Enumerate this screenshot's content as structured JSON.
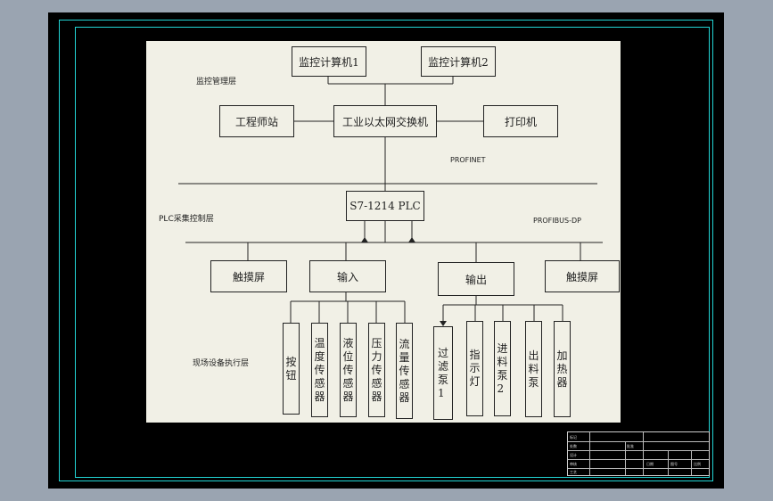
{
  "layers": {
    "monitor": "监控管理层",
    "plc": "PLC采集控制层",
    "field": "现场设备执行层"
  },
  "buses": {
    "profinet": "PROFINET",
    "profibus": "PROFIBUS-DP"
  },
  "nodes": {
    "pc1": "监控计算机1",
    "pc2": "监控计算机2",
    "engineer": "工程师站",
    "switch": "工业以太网交换机",
    "printer": "打印机",
    "plc": "S7-1214 PLC",
    "touch_left": "触摸屏",
    "input": "输入",
    "output": "输出",
    "touch_right": "触摸屏"
  },
  "inputs": [
    "按钮",
    "温度传感器",
    "液位传感器",
    "压力传感器",
    "流量传感器"
  ],
  "outputs": [
    "过滤泵1",
    "指示灯",
    "进料泵2",
    "出料泵",
    "加热器"
  ],
  "title_block": {
    "cells": [
      "标记",
      "处数",
      "设计",
      "审核",
      "工艺",
      "批准",
      "日期",
      "图号",
      "比例"
    ]
  }
}
